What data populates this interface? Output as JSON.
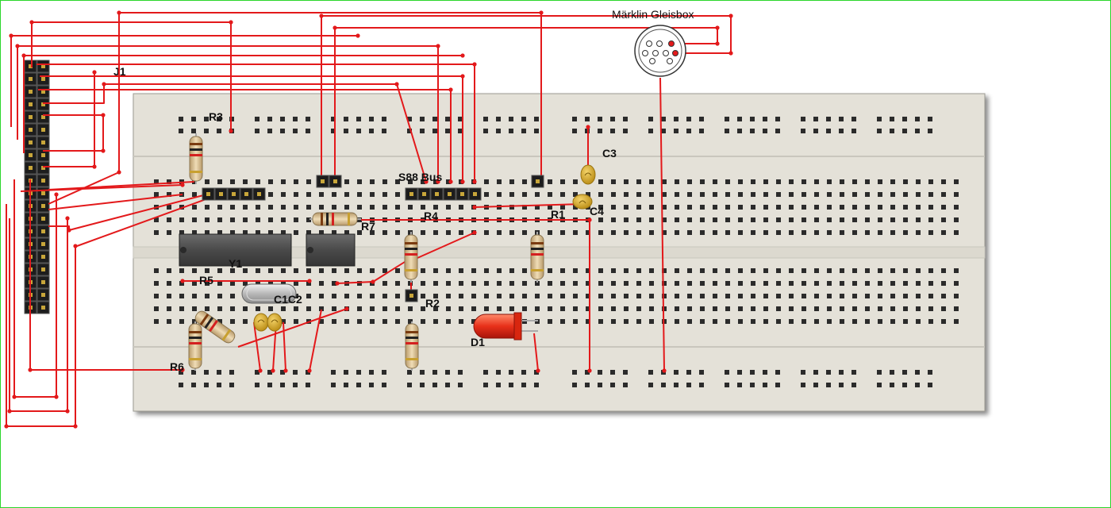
{
  "title": "Märklin Gleisbox",
  "labels": {
    "J1": "J1",
    "R3": "R3",
    "C3": "C3",
    "S88": "S88 Bus",
    "R4": "R4",
    "R1": "R1",
    "C4": "C4",
    "R7": "R7",
    "Y1": "Y1",
    "R5": "R5",
    "C1C2": "C1C2",
    "R2": "R2",
    "D1": "D1",
    "R6": "R6"
  },
  "colors": {
    "wire": "#e3191b",
    "board": "#e4e1d8",
    "header": "#1d1d1d"
  }
}
